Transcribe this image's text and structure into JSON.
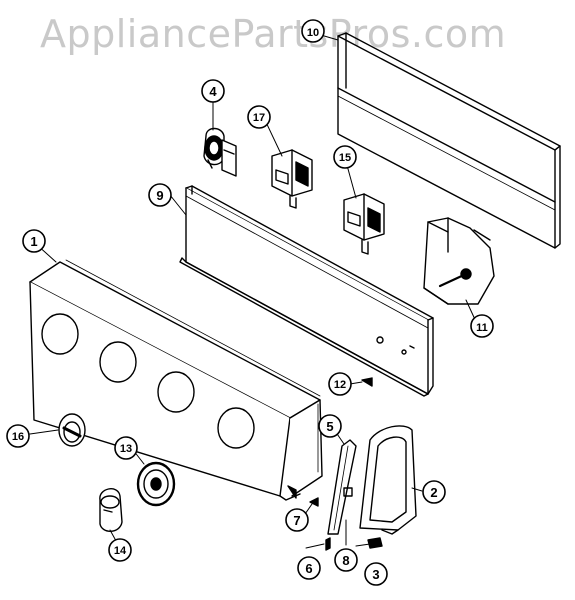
{
  "watermark": "AppliancePartsPros.com",
  "callouts": {
    "c1": "1",
    "c2": "2",
    "c3": "3",
    "c4": "4",
    "c5": "5",
    "c6": "6",
    "c7": "7",
    "c8": "8",
    "c9": "9",
    "c10": "10",
    "c11": "11",
    "c12": "12",
    "c13": "13",
    "c14": "14",
    "c15": "15",
    "c16": "16",
    "c17": "17"
  }
}
